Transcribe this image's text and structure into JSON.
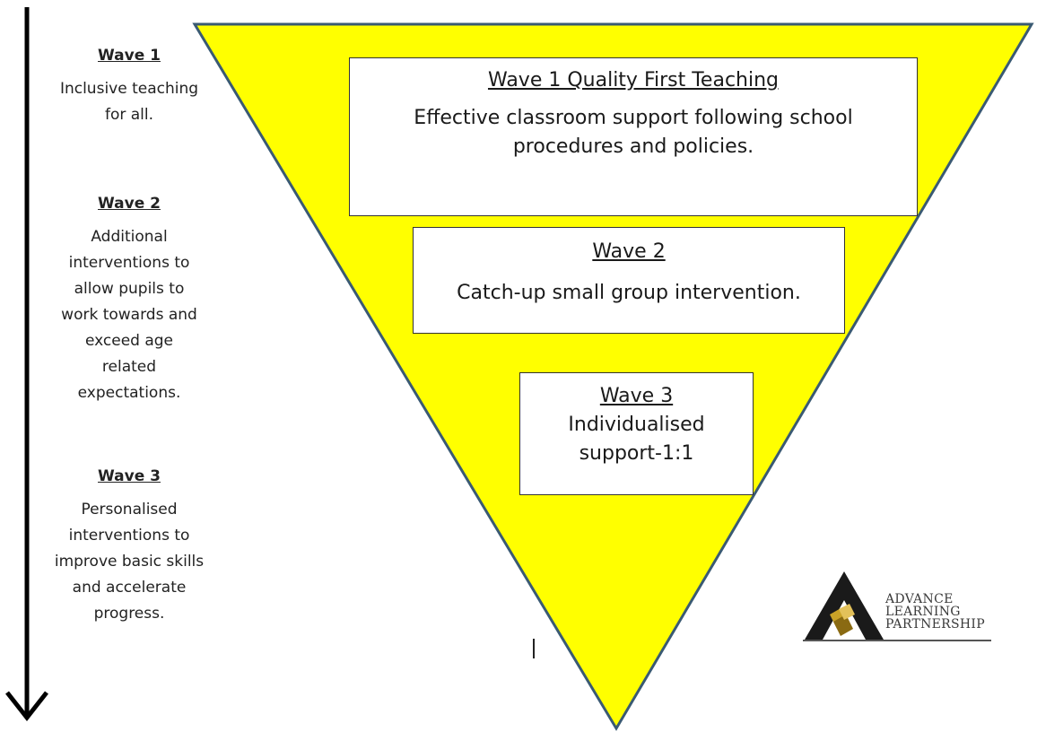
{
  "side": {
    "wave1": {
      "heading": "Wave 1",
      "lines": [
        "Inclusive teaching",
        "for all."
      ]
    },
    "wave2": {
      "heading": "Wave 2",
      "lines": [
        "Additional",
        "interventions to",
        "allow pupils to",
        "work towards and",
        "exceed age",
        "related",
        "expectations."
      ]
    },
    "wave3": {
      "heading": "Wave 3",
      "lines": [
        "Personalised",
        "interventions to",
        "improve basic skills",
        "and accelerate",
        "progress."
      ]
    }
  },
  "pyramid": {
    "fill_color": "#FFFF00",
    "stroke_color": "#3A5A73",
    "box1": {
      "title": "Wave 1 Quality First Teaching",
      "desc_lines": [
        "Effective classroom support following school",
        "procedures and policies."
      ]
    },
    "box2": {
      "title": "Wave 2",
      "desc": "Catch-up small group intervention."
    },
    "box3": {
      "title": "Wave 3",
      "desc_lines": [
        "Individualised",
        "support-1:1"
      ]
    }
  },
  "logo": {
    "lines": [
      "ADVANCE",
      "LEARNING",
      "PARTNERSHIP"
    ],
    "icon": "mountain-a-logo-icon"
  },
  "arrow": {
    "icon": "down-arrow-icon"
  }
}
